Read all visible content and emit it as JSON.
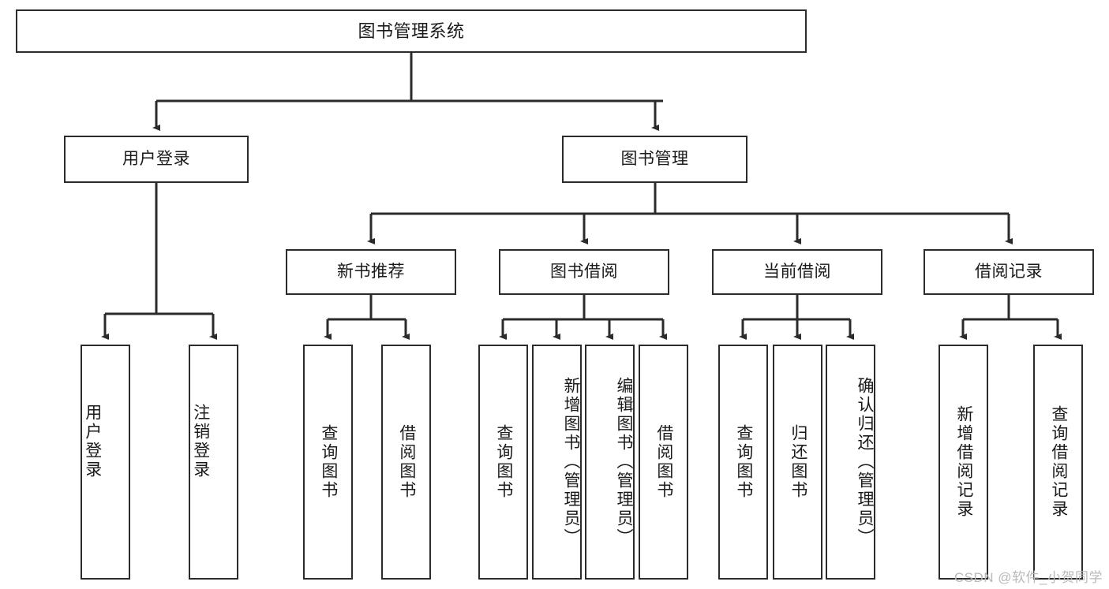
{
  "diagram": {
    "title": "图书管理系统",
    "watermark": "CSDN @软件_小贺同学",
    "colors": {
      "stroke": "#2b2b2b",
      "fill": "#ffffff",
      "text": "#1a1a1a",
      "watermark": "#b9b9b9"
    },
    "level1": {
      "root": "图书管理系统"
    },
    "level2": [
      {
        "label": "用户登录"
      },
      {
        "label": "图书管理"
      }
    ],
    "level3": [
      {
        "label": "新书推荐"
      },
      {
        "label": "图书借阅"
      },
      {
        "label": "当前借阅"
      },
      {
        "label": "借阅记录"
      }
    ],
    "leaves": {
      "user_login": [
        {
          "label": "用户登录"
        },
        {
          "label": "注销登录"
        }
      ],
      "new_book": [
        {
          "label": "查询图书"
        },
        {
          "label": "借阅图书"
        }
      ],
      "book_borrow": [
        {
          "label": "查询图书"
        },
        {
          "label": "新增图书（管理员）"
        },
        {
          "label": "编辑图书（管理员）"
        },
        {
          "label": "借阅图书"
        }
      ],
      "current_borrow": [
        {
          "label": "查询图书"
        },
        {
          "label": "归还图书"
        },
        {
          "label": "确认归还（管理员）"
        }
      ],
      "borrow_record": [
        {
          "label": "新增借阅记录"
        },
        {
          "label": "查询借阅记录"
        }
      ]
    }
  }
}
